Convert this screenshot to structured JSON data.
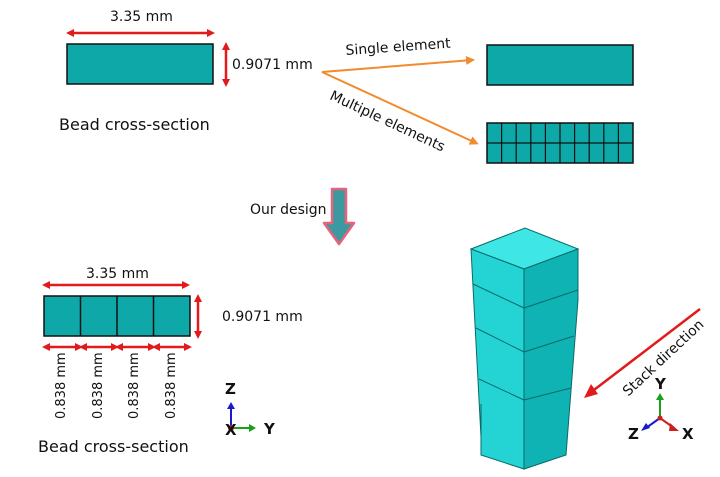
{
  "top": {
    "width_label": "3.35 mm",
    "height_label": "0.9071 mm",
    "caption": "Bead cross-section",
    "single_label": "Single element",
    "multiple_label": "Multiple elements"
  },
  "middle": {
    "design_label": "Our design"
  },
  "bottom": {
    "width_label": "3.35 mm",
    "height_label": "0.9071 mm",
    "segment_labels": [
      "0.838 mm",
      "0.838 mm",
      "0.838 mm",
      "0.838 mm"
    ],
    "caption": "Bead cross-section",
    "axes": {
      "z": "Z",
      "x": "X",
      "y": "Y"
    }
  },
  "stack": {
    "direction_label": "Stack direction",
    "axes": {
      "y": "Y",
      "z": "Z",
      "x": "X"
    }
  },
  "colors": {
    "teal": "#0fa8a8",
    "cube_front": "#24d4d4",
    "cube_side": "#0fb3b3",
    "cube_top": "#3ee6e6",
    "red": "#e11b1b",
    "orange": "#f28a2e",
    "arrow_fill": "#3a9aa0",
    "arrow_stroke": "#e8627a",
    "axis_blue": "#1a1acc",
    "axis_green": "#1aa01a",
    "axis_red": "#cc2020"
  }
}
